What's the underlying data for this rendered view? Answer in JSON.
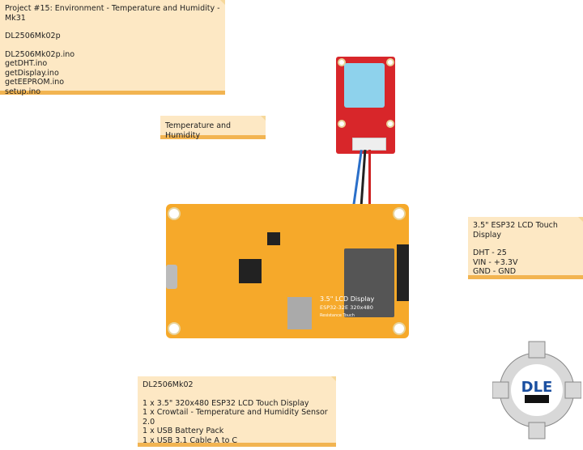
{
  "project_note": {
    "title": "Project #15: Environment - Temperature and Humidity - Mk31",
    "sketch": "DL2506Mk02p",
    "files": [
      "DL2506Mk02p.ino",
      "getDHT.ino",
      "getDisplay.ino",
      "getEEPROM.ino",
      "setup.ino"
    ]
  },
  "sensor_label": "Temperature and Humidity",
  "display_note": {
    "title": "3.5\" ESP32 LCD Touch Display",
    "pins": [
      "DHT - 25",
      "VIN - +3.3V",
      "GND - GND"
    ]
  },
  "parts_note": {
    "title": "DL2506Mk02",
    "items": [
      "1 x 3.5\" 320x480 ESP32 LCD Touch Display",
      "1 x Crowtail - Temperature and Humidity Sensor 2.0",
      "1 x USB Battery Pack",
      "1 x USB 3.1 Cable A to C"
    ]
  },
  "board": {
    "line1": "3.5\" LCD Display",
    "line2": "ESP32-32E  320x480",
    "line3": "Resistance Touch"
  },
  "logo": {
    "text": "DLE"
  },
  "colors": {
    "note_bg": "#fde8c4",
    "note_border": "#f2b451",
    "board": "#f6a92a",
    "sensor": "#d8262a"
  }
}
